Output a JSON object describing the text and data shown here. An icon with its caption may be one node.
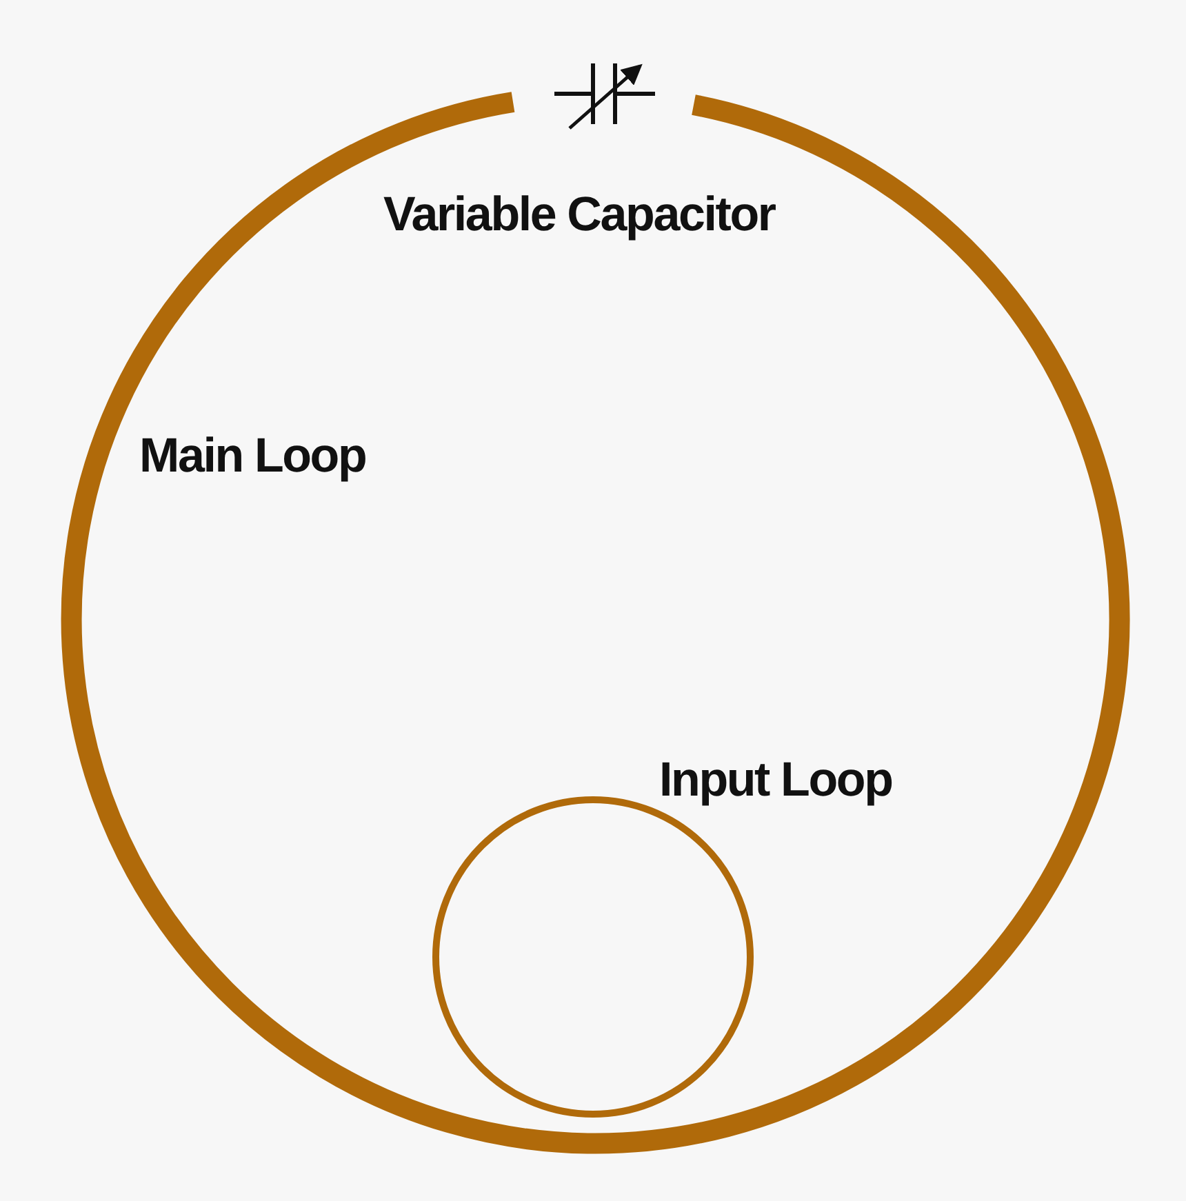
{
  "diagram": {
    "labels": [
      "Variable Capacitor",
      "Main Loop",
      "Input Loop"
    ]
  }
}
